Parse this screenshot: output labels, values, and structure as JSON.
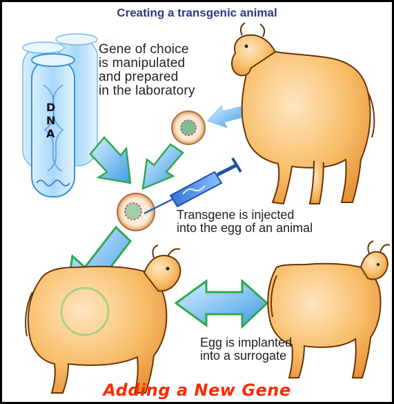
{
  "title": "Creating a transgenic animal",
  "gene_text": [
    "Gene of choice",
    "is manipulated",
    "and prepared",
    "in the laboratory"
  ],
  "tube_letters": [
    "D",
    "N",
    "A"
  ],
  "inject_text": [
    "Transgene is injected",
    "into the egg of an animal"
  ],
  "implant_text": [
    "Egg is implanted",
    "into a surrogate"
  ],
  "caption": "Adding a New Gene",
  "colors": {
    "cow_body": "#f6b65c",
    "cow_outline": "#6b3300",
    "arrow_fill": "#7fbff0",
    "arrow_outline": "#2fa84f",
    "tube": "#bfe4ff",
    "caption": "#ff2a00",
    "title": "#2c3a7e"
  }
}
